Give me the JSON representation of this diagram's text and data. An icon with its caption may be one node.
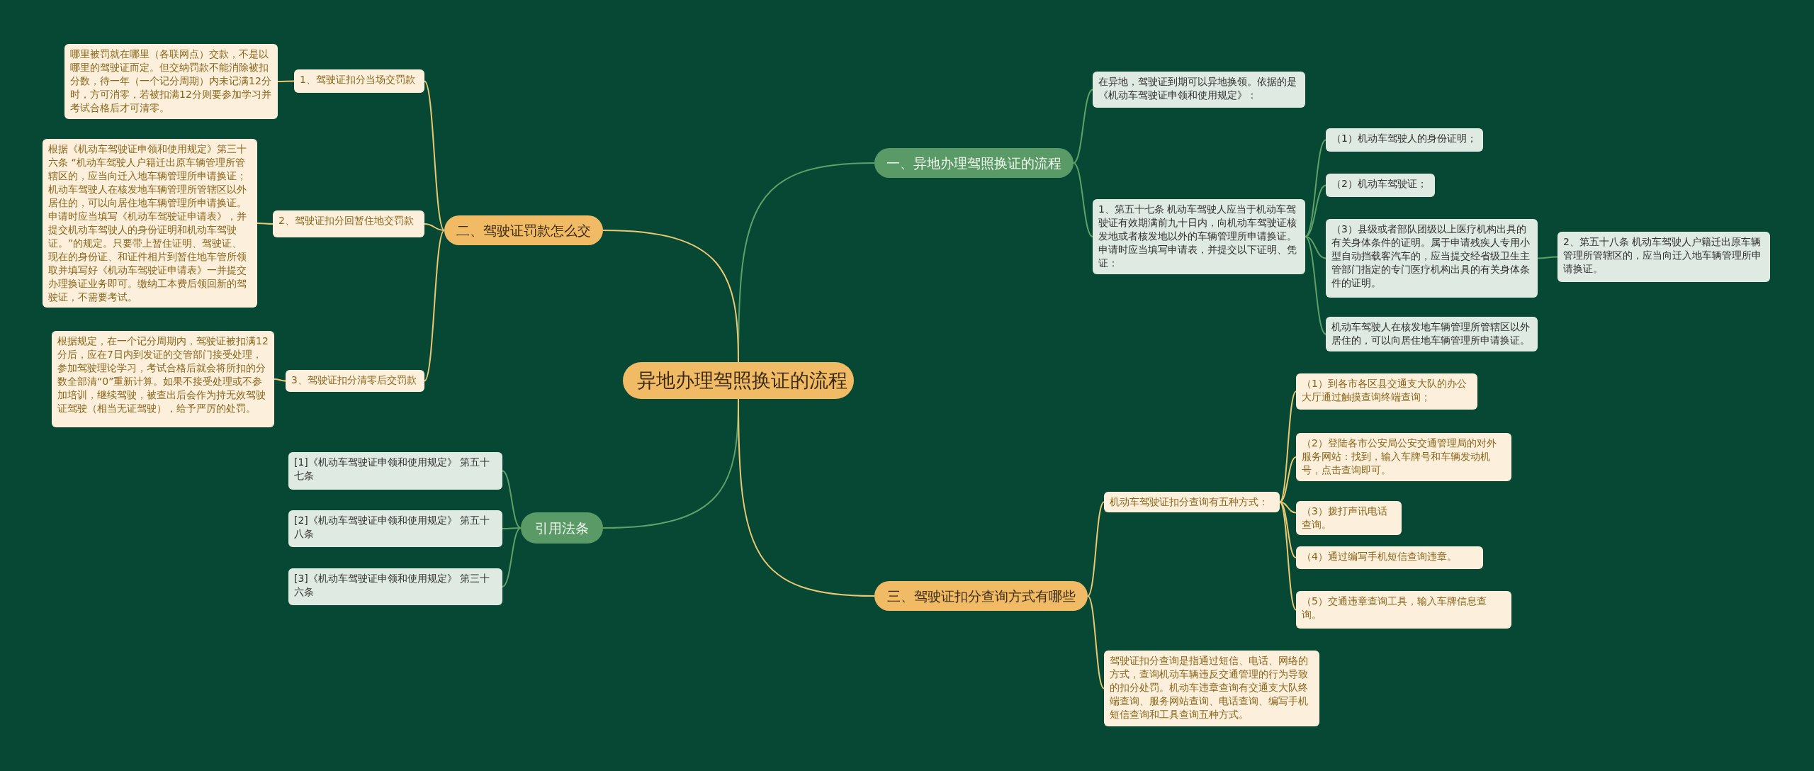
{
  "diagram": {
    "nodes": [
      {
        "text": [
          "异地办理驾照换证的流程"
        ]
      },
      {
        "text": [
          "一、异地办理驾照换证的流程"
        ]
      },
      {
        "text": [
          "在异地，驾驶证到期可以异地换领。依据的是《机动车驾驶证申领和使用规定》："
        ]
      },
      {
        "text": [
          "1、第五十七条 机动车驾驶人应当于机动车驾驶证有效期满前九十日内，向机动车驾驶证核发地或者核发地以外的车辆管理所申请换证。申请时应当填写申请表，并提交以下证明、凭证："
        ]
      },
      {
        "text": [
          "（1）机动车驾驶人的身份证明；"
        ]
      },
      {
        "text": [
          "（2）机动车驾驶证；"
        ]
      },
      {
        "text": [
          "（3）县级或者部队团级以上医疗机构出具的有关身体条件的证明。属于申请残疾人专用小型自动挡载客汽车的，应当提交经省级卫生主管部门指定的专门医疗机构出具的有关身体条件的证明。"
        ]
      },
      {
        "text": [
          "2、第五十八条 机动车驾驶人户籍迁出原车辆管理所管辖区的，应当向迁入地车辆管理所申请换证。"
        ]
      },
      {
        "text": [
          "机动车驾驶人在核发地车辆管理所管辖区以外居住的，可以向居住地车辆管理所申请换证。"
        ]
      },
      {
        "text": [
          "二、驾驶证罚款怎么交"
        ]
      },
      {
        "text": [
          "1、驾驶证扣分当场交罚款"
        ]
      },
      {
        "text": [
          "哪里被罚就在哪里（各联网点）交款，不是以哪里的驾驶证而定。但交纳罚款不能消除被扣分数，待一年（一个记分周期）内未记满12分时，方可消零，若被扣满12分则要参加学习并考试合格后才可清零。"
        ]
      },
      {
        "text": [
          "2、驾驶证扣分回暂住地交罚款"
        ]
      },
      {
        "text": [
          "根据《机动车驾驶证申领和使用规定》第三十六条 “机动车驾驶人户籍迁出原车辆管理所管辖区的，应当向迁入地车辆管理所申请换证；机动车驾驶人在核发地车辆管理所管辖区以外居住的，可以向居住地车辆管理所申请换证。申请时应当填写《机动车驾驶证申请表》，并提交机动车驾驶人的身份证明和机动车驾驶证。”的规定。只要带上暂住证明、驾驶证、现在的身份证、和证件相片到暂住地车管所领取并填写好《机动车驾驶证申请表》一并提交办理换证业务即可。缴纳工本费后领回新的驾驶证，不需要考试。"
        ]
      },
      {
        "text": [
          "3、驾驶证扣分清零后交罚款"
        ]
      },
      {
        "text": [
          "根据规定，在一个记分周期内，驾驶证被扣满12分后，应在7日内到发证的交管部门接受处理，参加驾驶理论学习，考试合格后就会将所扣的分数全部清“0”重新计算。如果不接受处理或不参加培训，继续驾驶，被查出后会作为持无效驾驶证驾驶（相当无证驾驶），给予严厉的处罚。"
        ]
      },
      {
        "text": [
          "引用法条"
        ]
      },
      {
        "text": [
          "[1]《机动车驾驶证申领和使用规定》 第五十七条"
        ]
      },
      {
        "text": [
          "[2]《机动车驾驶证申领和使用规定》 第五十八条"
        ]
      },
      {
        "text": [
          "[3]《机动车驾驶证申领和使用规定》 第三十六条"
        ]
      },
      {
        "text": [
          "三、驾驶证扣分查询方式有哪些"
        ]
      },
      {
        "text": [
          "机动车驾驶证扣分查询有五种方式："
        ]
      },
      {
        "text": [
          "（1）到各市各区县交通支大队的办公大厅通过触摸查询终端查询；"
        ]
      },
      {
        "text": [
          "（2）登陆各市公安局公安交通管理局的对外服务网站：找到，输入车牌号和车辆发动机号，点击查询即可。"
        ]
      },
      {
        "text": [
          "（3）拨打声讯电话查询。"
        ]
      },
      {
        "text": [
          "（4）通过编写手机短信查询违章。"
        ]
      },
      {
        "text": [
          "（5）交通违章查询工具，输入车牌信息查询。"
        ]
      },
      {
        "text": [
          "驾驶证扣分查询是指通过短信、电话、网络的方式，查询机动车辆违反交通管理的行为导致的扣分处罚。机动车违章查询有交通支大队终端查询、服务网站查询、电话查询、编写手机短信查询和工具查询五种方式。"
        ]
      }
    ],
    "edges": [
      {
        "from": 0,
        "to": 1,
        "arrow": "none",
        "color": "#5f9f68"
      },
      {
        "from": 1,
        "to": 2,
        "arrow": "none",
        "color": "#5f9f68"
      },
      {
        "from": 1,
        "to": 3,
        "arrow": "none",
        "color": "#5f9f68"
      },
      {
        "from": 3,
        "to": 4,
        "arrow": "none",
        "color": "#5f9f68"
      },
      {
        "from": 3,
        "to": 5,
        "arrow": "none",
        "color": "#5f9f68"
      },
      {
        "from": 3,
        "to": 6,
        "arrow": "none",
        "color": "#5f9f68"
      },
      {
        "from": 6,
        "to": 7,
        "arrow": "none",
        "color": "#5f9f68"
      },
      {
        "from": 3,
        "to": 8,
        "arrow": "none",
        "color": "#5f9f68"
      },
      {
        "from": 0,
        "to": 9,
        "arrow": "none"
      },
      {
        "from": 9,
        "to": 10,
        "arrow": "none"
      },
      {
        "from": 10,
        "to": 11,
        "arrow": "none"
      },
      {
        "from": 9,
        "to": 12,
        "arrow": "none"
      },
      {
        "from": 12,
        "to": 13,
        "arrow": "none"
      },
      {
        "from": 9,
        "to": 14,
        "arrow": "none"
      },
      {
        "from": 14,
        "to": 15,
        "arrow": "none"
      },
      {
        "from": 0,
        "to": 16,
        "arrow": "none",
        "color": "#5f9f68"
      },
      {
        "from": 16,
        "to": 17,
        "arrow": "none",
        "color": "#5f9f68"
      },
      {
        "from": 16,
        "to": 18,
        "arrow": "none",
        "color": "#5f9f68"
      },
      {
        "from": 16,
        "to": 19,
        "arrow": "none",
        "color": "#5f9f68"
      },
      {
        "from": 0,
        "to": 20,
        "arrow": "none"
      },
      {
        "from": 20,
        "to": 21,
        "arrow": "none"
      },
      {
        "from": 21,
        "to": 22,
        "arrow": "none"
      },
      {
        "from": 21,
        "to": 23,
        "arrow": "none"
      },
      {
        "from": 21,
        "to": 24,
        "arrow": "none"
      },
      {
        "from": 21,
        "to": 25,
        "arrow": "none"
      },
      {
        "from": 21,
        "to": 26,
        "arrow": "none"
      },
      {
        "from": 20,
        "to": 27,
        "arrow": "none"
      }
    ]
  }
}
